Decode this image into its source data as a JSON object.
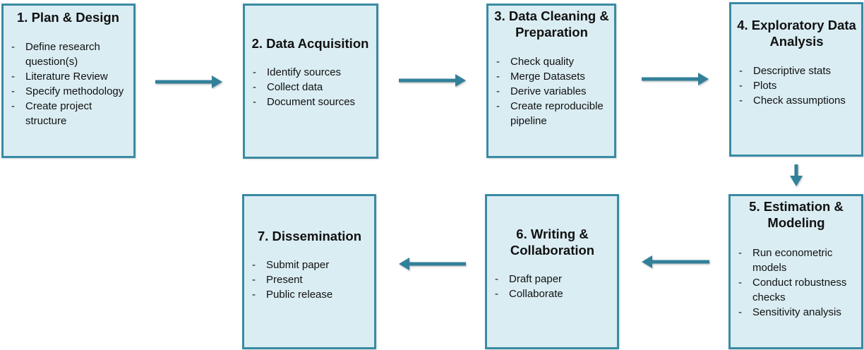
{
  "colors": {
    "box_fill": "#daedf3",
    "box_border": "#3a8ba3",
    "arrow": "#31809a"
  },
  "steps": [
    {
      "title": "1. Plan & Design",
      "items": [
        "Define research question(s)",
        "Literature Review",
        "Specify methodology",
        "Create project structure"
      ]
    },
    {
      "title": "2. Data Acquisition",
      "items": [
        "Identify sources",
        "Collect data",
        "Document sources"
      ]
    },
    {
      "title": "3. Data Cleaning & Preparation",
      "items": [
        "Check quality",
        "Merge Datasets",
        "Derive variables",
        "Create reproducible pipeline"
      ]
    },
    {
      "title": "4. Exploratory Data Analysis",
      "items": [
        "Descriptive stats",
        "Plots",
        "Check assumptions"
      ]
    },
    {
      "title": "5. Estimation & Modeling",
      "items": [
        "Run econometric models",
        "Conduct robustness checks",
        "Sensitivity analysis"
      ]
    },
    {
      "title": "6. Writing & Collaboration",
      "items": [
        "Draft paper",
        "Collaborate"
      ]
    },
    {
      "title": "7. Dissemination",
      "items": [
        "Submit paper",
        "Present",
        "Public release"
      ]
    }
  ],
  "arrows": [
    {
      "from": 1,
      "to": 2,
      "direction": "right"
    },
    {
      "from": 2,
      "to": 3,
      "direction": "right"
    },
    {
      "from": 3,
      "to": 4,
      "direction": "right"
    },
    {
      "from": 4,
      "to": 5,
      "direction": "down"
    },
    {
      "from": 5,
      "to": 6,
      "direction": "left"
    },
    {
      "from": 6,
      "to": 7,
      "direction": "left"
    }
  ]
}
